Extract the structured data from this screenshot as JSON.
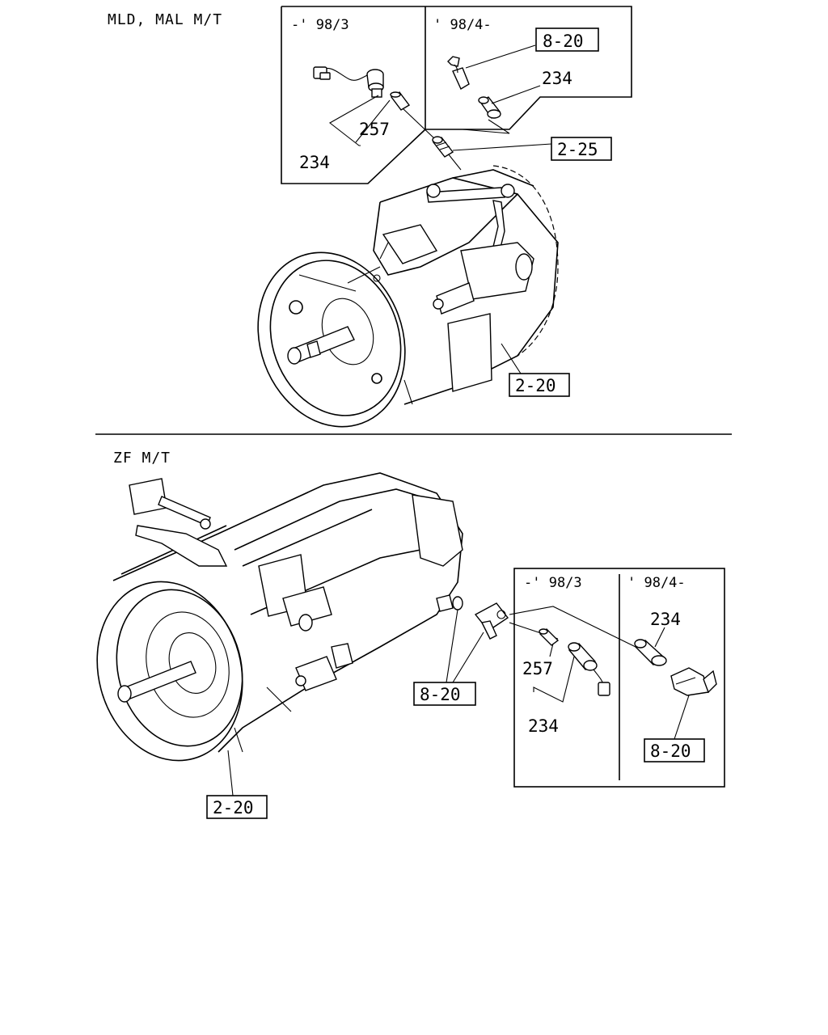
{
  "sections": {
    "top": {
      "heading": "MLD, MAL  M/T",
      "inset_left": {
        "period": "-' 98/3",
        "labels": [
          "257",
          "234"
        ]
      },
      "inset_right": {
        "period": "' 98/4-",
        "ref": "8-20",
        "label": "234"
      },
      "refs": [
        "2-25",
        "2-20"
      ]
    },
    "bottom": {
      "heading": "ZF  M/T",
      "inset_left": {
        "period": "-' 98/3",
        "labels": [
          "257",
          "234"
        ]
      },
      "inset_right": {
        "period": "' 98/4-",
        "label": "234",
        "ref": "8-20"
      },
      "refs": [
        "8-20",
        "2-20"
      ]
    }
  }
}
